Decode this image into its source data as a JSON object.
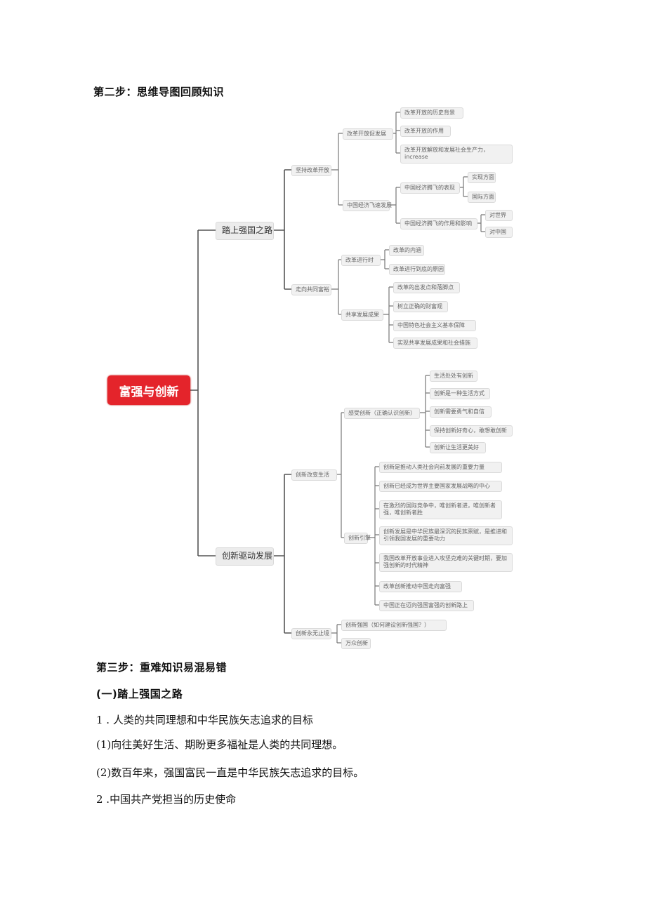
{
  "step2_heading": "第二步：思维导图回顾知识",
  "mindmap": {
    "root": "富强与创新",
    "b1": "踏上强国之路",
    "b1_1": "坚持改革开放",
    "b1_1_1": "改革开放促发展",
    "b1_1_1_a": "改革开放的历史背景",
    "b1_1_1_b": "改革开放的作用",
    "b1_1_1_c": "改革开放解放和发展社会生产力，increase",
    "b1_1_2": "中国经济飞速发展",
    "b1_1_2_a": "中国经济腾飞的表现",
    "b1_1_2_a1": "实现方面",
    "b1_1_2_a2": "国际方面",
    "b1_1_2_b": "中国经济腾飞的作用和影响",
    "b1_1_2_b1": "对世界",
    "b1_1_2_b2": "对中国",
    "b1_2": "走向共同富裕",
    "b1_2_1": "改革进行时",
    "b1_2_1_a": "改革的内涵",
    "b1_2_1_b": "改革进行到底的原因",
    "b1_2_2": "共享发展成果",
    "b1_2_2_a": "改革的出发点和落脚点",
    "b1_2_2_b": "树立正确的财富观",
    "b1_2_2_c": "中国特色社会主义基本保障",
    "b1_2_2_d": "实现共享发展成果和社会措施",
    "b2": "创新驱动发展",
    "b2_1": "创新改变生活",
    "b2_1_1": "感受创新（正确认识创新）",
    "b2_1_1_a": "生活处处有创新",
    "b2_1_1_b": "创新是一种生活方式",
    "b2_1_1_c": "创新需要勇气和自信",
    "b2_1_1_d": "保持创新好奇心，敢想敢创新",
    "b2_1_1_e": "创新让生活更美好",
    "b2_1_2": "创新引擎",
    "b2_1_2_a": "创新是推动人类社会向前发展的重要力量",
    "b2_1_2_b": "创新已经成为世界主要国家发展战略的中心",
    "b2_1_2_c": "在激烈的国际竞争中，唯创新者进，唯创新者强，唯创新者胜",
    "b2_1_2_d": "创新发展是中华民族最深沉的民族禀赋，是推进和引领我国发展的重要动力",
    "b2_1_2_e": "我国改革开放事业进入攻坚克难的关键时期，要加强创新的时代精神",
    "b2_1_3_a": "改革创新推动中国走向富强",
    "b2_1_3_b": "中国正在迈向强国富强的创新路上",
    "b2_2": "创新永无止境",
    "b2_2_1": "创新强国（如何建设创新强国？）",
    "b2_2_2": "万众创新"
  },
  "step3_heading": "第三步：重难知识易混易错",
  "section1_heading": "(一)踏上强国之路",
  "item1_title": "1  . 人类的共同理想和中华民族矢志追求的目标",
  "item1_p1": "(1)向往美好生活、期盼更多福祉是人类的共同理想。",
  "item1_p2": "(2)数百年来，强国富民一直是中华民族矢志追求的目标。",
  "item2_title": "2   .中国共产党担当的历史使命"
}
